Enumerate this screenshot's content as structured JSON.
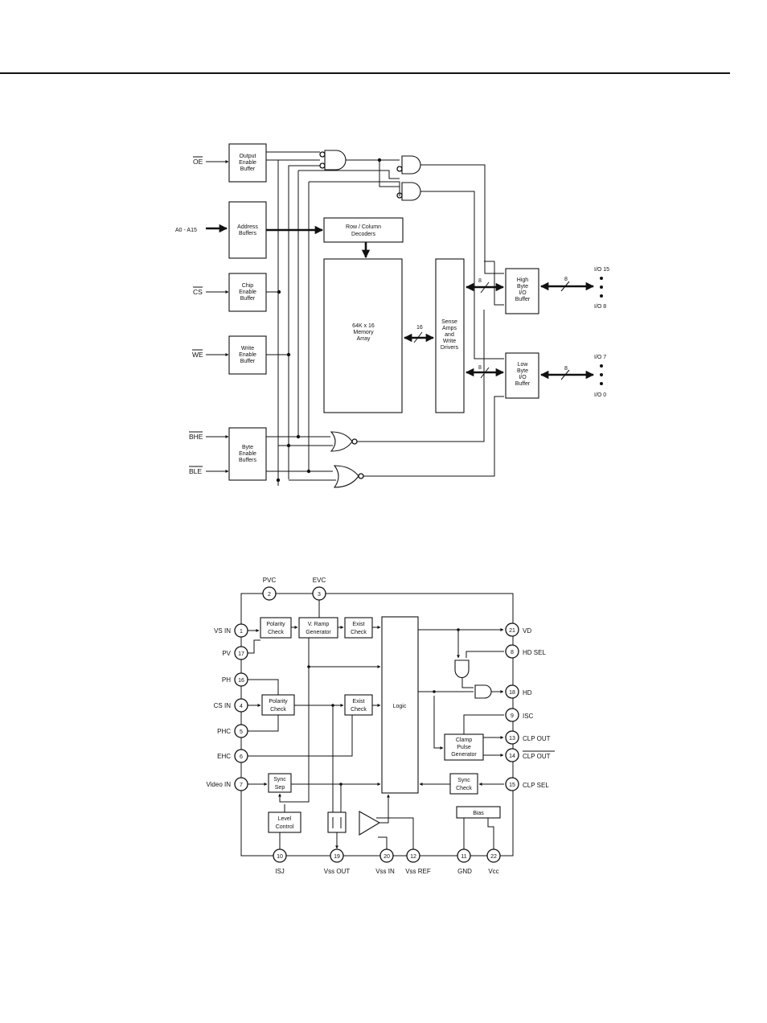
{
  "top_diagram": {
    "inputs": {
      "oe": "OE",
      "addr": "A0 - A15",
      "cs": "CS",
      "we": "WE",
      "bhe": "BHE",
      "ble": "BLE"
    },
    "blocks": {
      "output_enable": [
        "Output",
        "Enable",
        "Buffer"
      ],
      "address": [
        "Address",
        "Buffers"
      ],
      "chip_enable": [
        "Chip",
        "Enable",
        "Buffer"
      ],
      "write_enable": [
        "Write",
        "Enable",
        "Buffer"
      ],
      "byte_enable": [
        "Byte",
        "Enable",
        "Buffers"
      ],
      "decoders": [
        "Row / Column",
        "Decoders"
      ],
      "array": [
        "64K x 16",
        "Memory",
        "Array"
      ],
      "sense": [
        "Sense",
        "Amps",
        "and",
        "Write",
        "Drivers"
      ],
      "high_byte": [
        "High",
        "Byte",
        "I/O",
        "Buffer"
      ],
      "low_byte": [
        "Low",
        "Byte",
        "I/O",
        "Buffer"
      ]
    },
    "bus_widths": {
      "array_sense": "16",
      "sense_high": "8",
      "sense_low": "8",
      "high_out": "8",
      "low_out": "8"
    },
    "outputs": {
      "io15": "I/O 15",
      "io8": "I/O 8",
      "io7": "I/O 7",
      "io0": "I/O 0"
    }
  },
  "bottom_diagram": {
    "pins": {
      "p2": {
        "num": "2",
        "label": "PVC"
      },
      "p3": {
        "num": "3",
        "label": "EVC"
      },
      "p1": {
        "num": "1",
        "label": "VS IN"
      },
      "p17": {
        "num": "17",
        "label": "PV"
      },
      "p16": {
        "num": "16",
        "label": "PH"
      },
      "p4": {
        "num": "4",
        "label": "CS IN"
      },
      "p5": {
        "num": "5",
        "label": "PHC"
      },
      "p6": {
        "num": "6",
        "label": "EHC"
      },
      "p7": {
        "num": "7",
        "label": "Video IN"
      },
      "p10": {
        "num": "10",
        "label": "ISJ"
      },
      "p19": {
        "num": "19",
        "label": "Vss OUT"
      },
      "p20": {
        "num": "20",
        "label": "Vss IN"
      },
      "p12": {
        "num": "12",
        "label": "Vss REF"
      },
      "p11": {
        "num": "11",
        "label": "GND"
      },
      "p22": {
        "num": "22",
        "label": "Vcc"
      },
      "p21": {
        "num": "21",
        "label": "VD"
      },
      "p8": {
        "num": "8",
        "label": "HD SEL"
      },
      "p18": {
        "num": "18",
        "label": "HD"
      },
      "p9": {
        "num": "9",
        "label": "ISC"
      },
      "p13": {
        "num": "13",
        "label": "CLP OUT"
      },
      "p14": {
        "num": "14",
        "label": "CLP OUT"
      },
      "p15": {
        "num": "15",
        "label": "CLP SEL"
      }
    },
    "blocks": {
      "polarity1": [
        "Polarity",
        "Check"
      ],
      "vramp": [
        "V. Ramp",
        "Generator"
      ],
      "exist1": [
        "Exist",
        "Check"
      ],
      "polarity2": [
        "Polarity",
        "Check"
      ],
      "exist2": [
        "Exist",
        "Check"
      ],
      "logic": "Logic",
      "sync_sep": [
        "Sync",
        "Sep"
      ],
      "level": [
        "Level",
        "Control"
      ],
      "clamp": [
        "Clamp",
        "Pulse",
        "Generator"
      ],
      "sync_check": [
        "Sync",
        "Check"
      ],
      "bias": "Bias"
    }
  }
}
